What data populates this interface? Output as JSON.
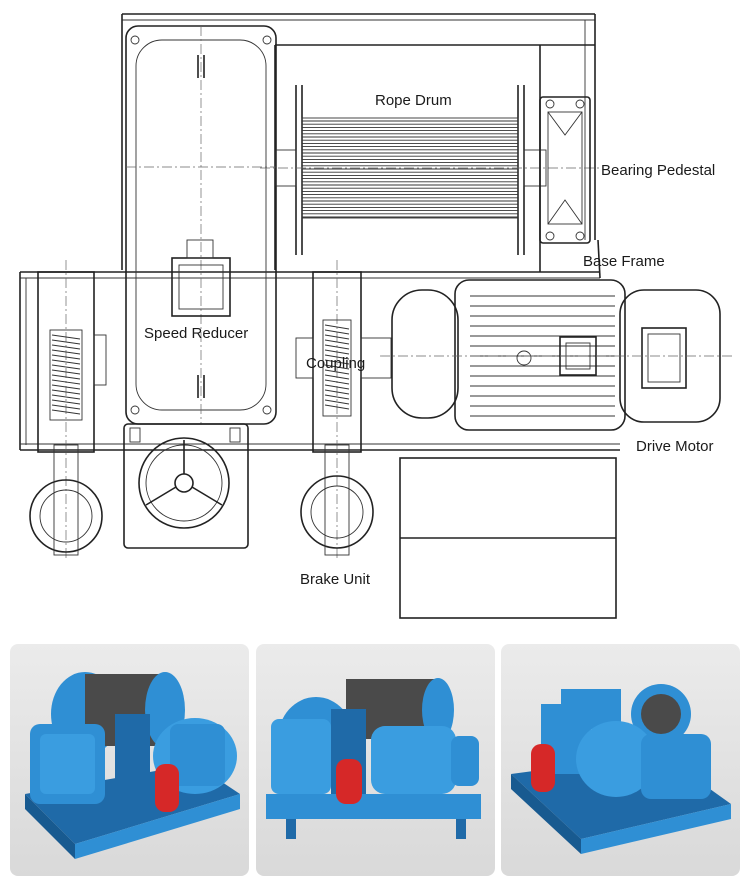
{
  "diagram": {
    "labels": {
      "rope_drum": "Rope Drum",
      "bearing_pedestal": "Bearing Pedestal",
      "base_frame": "Base Frame",
      "speed_reducer": "Speed Reducer",
      "coupling": "Coupling",
      "drive_motor": "Drive Motor",
      "brake_unit": "Brake Unit"
    }
  },
  "photos": {
    "count": 3,
    "colors": {
      "machine_body": "#2f8fd4",
      "machine_shadow": "#1f6aa8",
      "motor": "#3a9de0",
      "brake_cylinder": "#d62828",
      "rope": "#4a4a4a",
      "background": "#e3e3e3"
    }
  }
}
